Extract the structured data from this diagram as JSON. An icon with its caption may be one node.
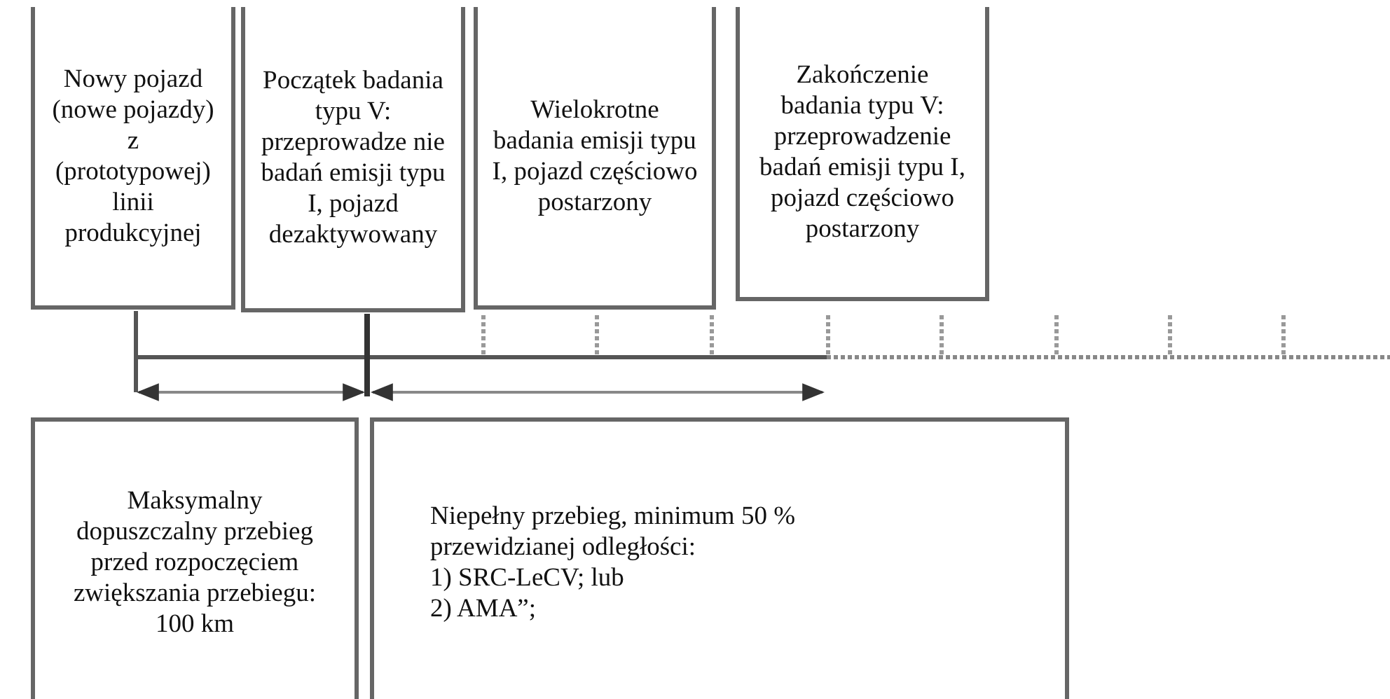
{
  "diagram": {
    "nodes": [
      {
        "text": [
          "Nowy pojazd (nowe pojazdy) z (prototypowej) linii produkcyjnej"
        ]
      },
      {
        "text": [
          "Początek badania typu V: przeprowadze nie badań emisji typu I, pojazd dezaktywowany"
        ]
      },
      {
        "text": [
          "Wielokrotne badania emisji typu I, pojazd częściowo postarzony"
        ]
      },
      {
        "text": [
          "Zakończenie badania typu V: przeprowadzenie badań emisji typu I, pojazd częściowo postarzony"
        ]
      },
      {
        "text": [
          "Maksymalny dopuszczalny przebieg przed rozpoczęciem zwiększania przebiegu: 100 km"
        ]
      },
      {
        "text": [
          "Niepełny przebieg, minimum 50 % przewidzianej odległości:",
          "1) SRC-LeCV; lub",
          "2) AMA”;"
        ]
      }
    ]
  }
}
